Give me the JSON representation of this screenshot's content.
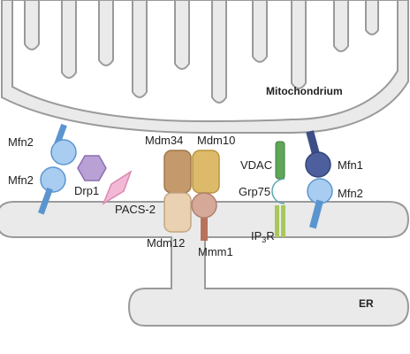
{
  "labels": {
    "mitochondrium": "Mitochondrium",
    "er": "ER",
    "mfn2_upper": "Mfn2",
    "mfn2_lower": "Mfn2",
    "drp1": "Drp1",
    "pacs2": "PACS-2",
    "mdm34": "Mdm34",
    "mdm10": "Mdm10",
    "mdm12": "Mdm12",
    "mmm1": "Mmm1",
    "vdac": "VDAC",
    "grp75": "Grp75",
    "ip3r_main": "IP",
    "ip3r_sub": "3",
    "ip3r_end": "R",
    "mfn1_right": "Mfn1",
    "mfn2_right": "Mfn2"
  },
  "colors": {
    "membrane_fill": "#eaeaea",
    "membrane_stroke": "#9a9a9a",
    "mfn2_blue": "#a9cdf0",
    "mfn2_stem": "#5a95d0",
    "mfn1_navy": "#4d5f9c",
    "drp1_purple": "#b9a1d6",
    "pacs2_pink": "#f2b8d6",
    "mdm34": "#c49a6c",
    "mdm10": "#ddb96a",
    "mdm12": "#ead1b2",
    "mmm1": "#d6a898",
    "vdac_green": "#5fa55a",
    "grp75_teal": "#8ed2d6",
    "ip3r_green": "#a8c85a"
  }
}
